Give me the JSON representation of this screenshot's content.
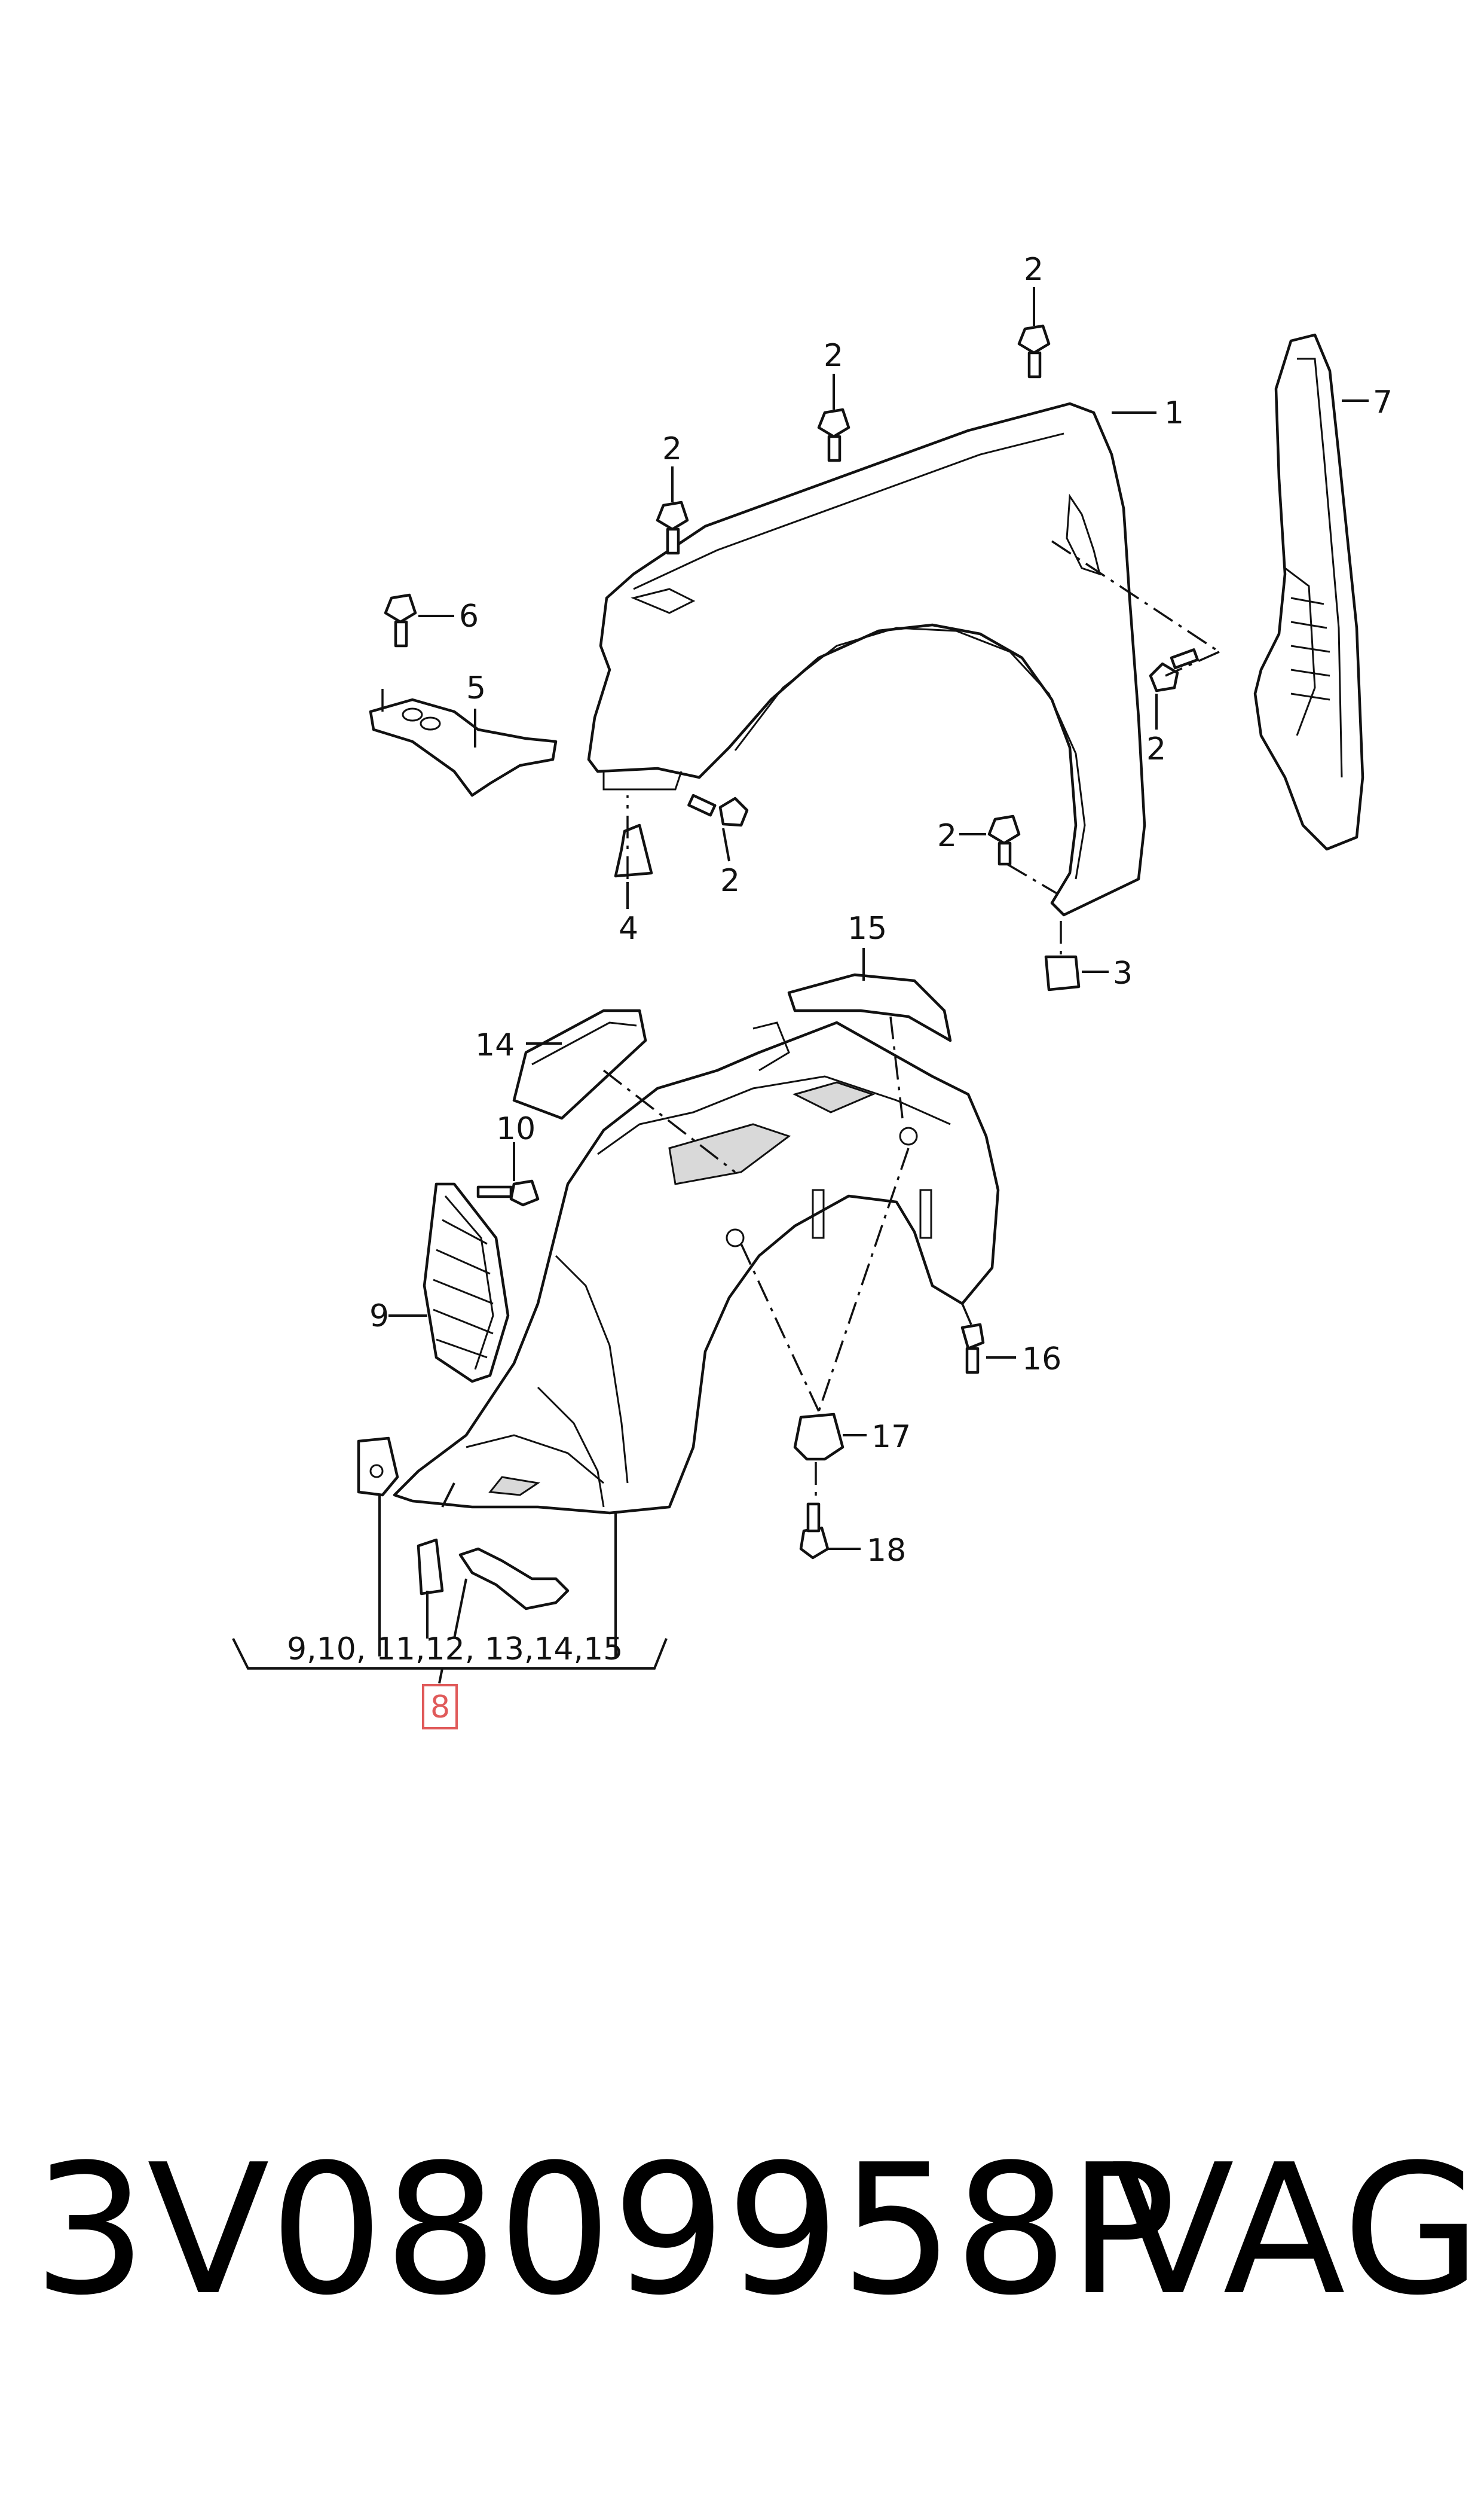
{
  "callouts": {
    "c1": "1",
    "c2a": "2",
    "c2b": "2",
    "c2c": "2",
    "c2d": "2",
    "c2e": "2",
    "c2f": "2",
    "c3": "3",
    "c4": "4",
    "c5": "5",
    "c6": "6",
    "c7": "7",
    "c9": "9",
    "c10": "10",
    "c14": "14",
    "c15": "15",
    "c16": "16",
    "c17": "17",
    "c18": "18"
  },
  "group_label": "9,10, 11,12, 13,14,15",
  "highlight_label": "8",
  "highlight_color": "#e05a5a",
  "footer": {
    "part_number": "3V0809958P",
    "brand": "VAG"
  }
}
